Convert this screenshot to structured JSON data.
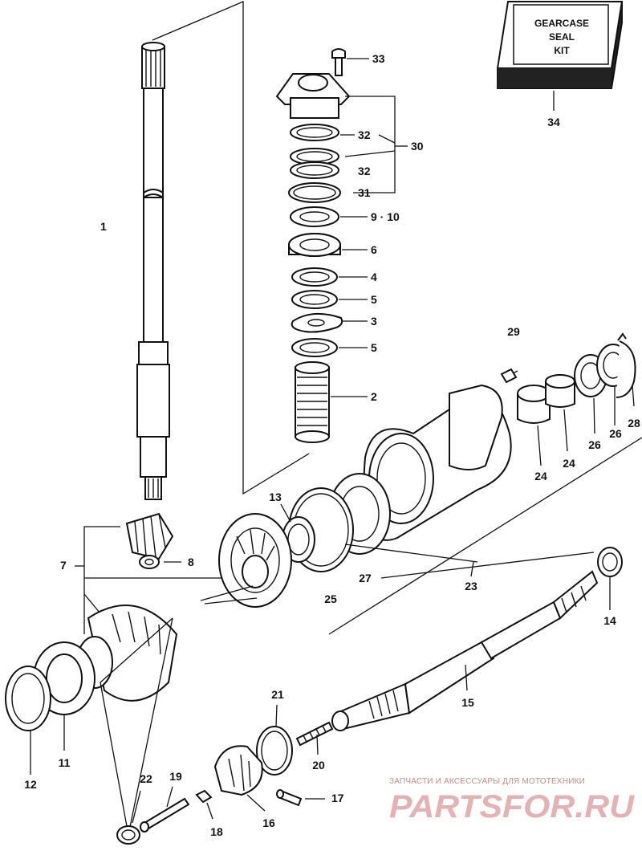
{
  "kit_box": {
    "line1": "GEARCASE",
    "line2": "SEAL",
    "line3": "KIT",
    "number": "34"
  },
  "callouts": {
    "c1": "1",
    "c2": "2",
    "c3": "3",
    "c4": "4",
    "c5a": "5",
    "c5b": "5",
    "c6": "6",
    "c7": "7",
    "c8": "8",
    "c9_10": "9 · 10",
    "c11": "11",
    "c12": "12",
    "c13": "13",
    "c14": "14",
    "c15": "15",
    "c16": "16",
    "c17": "17",
    "c18": "18",
    "c19": "19",
    "c20": "20",
    "c21": "21",
    "c22": "22",
    "c23": "23",
    "c24a": "24",
    "c24b": "24",
    "c25": "25",
    "c26a": "26",
    "c26b": "26",
    "c27": "27",
    "c28": "28",
    "c29": "29",
    "c30": "30",
    "c31": "31",
    "c32a": "32",
    "c32b": "32",
    "c33": "33"
  },
  "watermark": {
    "caption": "ЗАПЧАСТИ И АКСЕССУАРЫ ДЛЯ МОТОТЕХНИКИ",
    "brand": "PARTSFOR.RU"
  }
}
